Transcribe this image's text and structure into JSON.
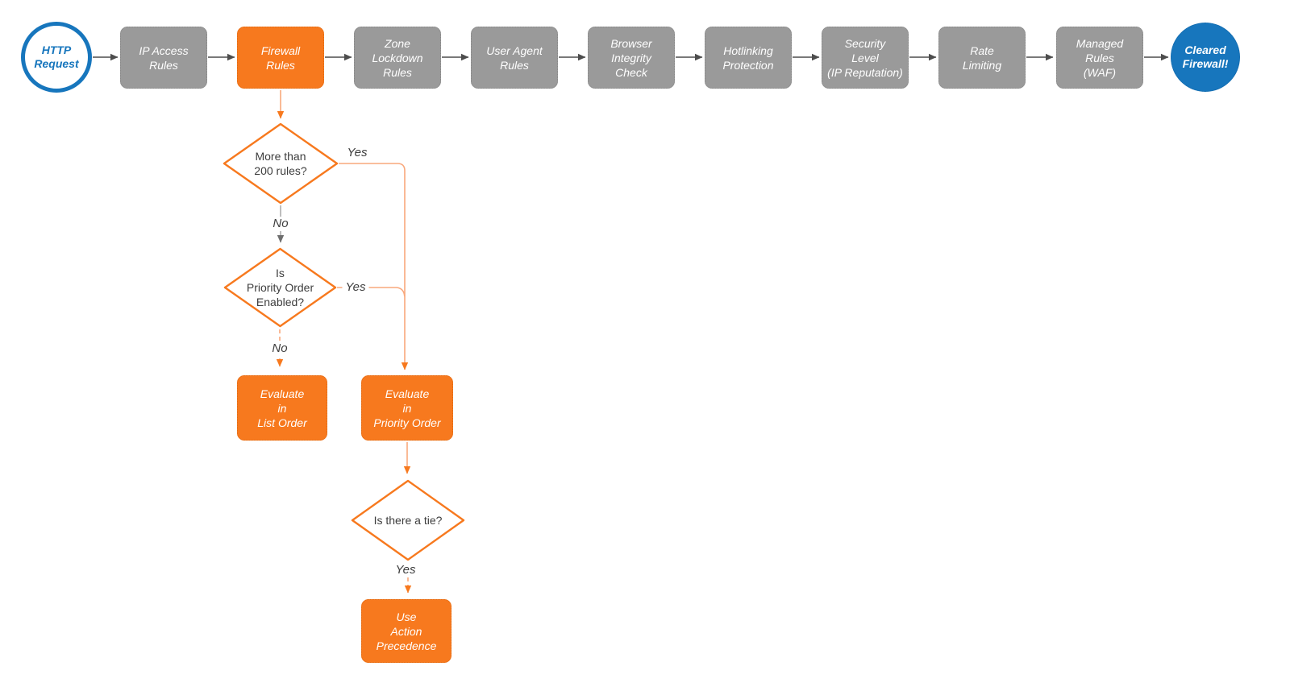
{
  "flowchart": {
    "start": {
      "label": "HTTP\nRequest"
    },
    "pipeline": [
      {
        "label": "IP Access\nRules",
        "variant": "gray"
      },
      {
        "label": "Firewall\nRules",
        "variant": "orange"
      },
      {
        "label": "Zone\nLockdown\nRules",
        "variant": "gray"
      },
      {
        "label": "User Agent\nRules",
        "variant": "gray"
      },
      {
        "label": "Browser\nIntegrity\nCheck",
        "variant": "gray"
      },
      {
        "label": "Hotlinking\nProtection",
        "variant": "gray"
      },
      {
        "label": "Security\nLevel\n(IP Reputation)",
        "variant": "gray"
      },
      {
        "label": "Rate\nLimiting",
        "variant": "gray"
      },
      {
        "label": "Managed\nRules\n(WAF)",
        "variant": "gray"
      }
    ],
    "end": {
      "label": "Cleared\nFirewall!"
    },
    "decisions": [
      {
        "label": "More than\n200 rules?"
      },
      {
        "label": "Is\nPriority Order\nEnabled?"
      },
      {
        "label": "Is there a tie?"
      }
    ],
    "actions": [
      {
        "label": "Evaluate\nin\nList Order"
      },
      {
        "label": "Evaluate\nin\nPriority Order"
      },
      {
        "label": "Use\nAction\nPrecedence"
      }
    ],
    "edge_labels": {
      "rules_yes": "Yes",
      "rules_no": "No",
      "priority_yes": "Yes",
      "priority_no": "No",
      "tie_yes": "Yes"
    },
    "colors": {
      "orange": "#F7791E",
      "orange_light": "#F9A87C",
      "gray_node": "#9A9A9A",
      "blue": "#1776BD",
      "connector_dark": "#4D4D4D",
      "text_dark": "#3D3D3D",
      "background": "#FFFFFF"
    }
  }
}
